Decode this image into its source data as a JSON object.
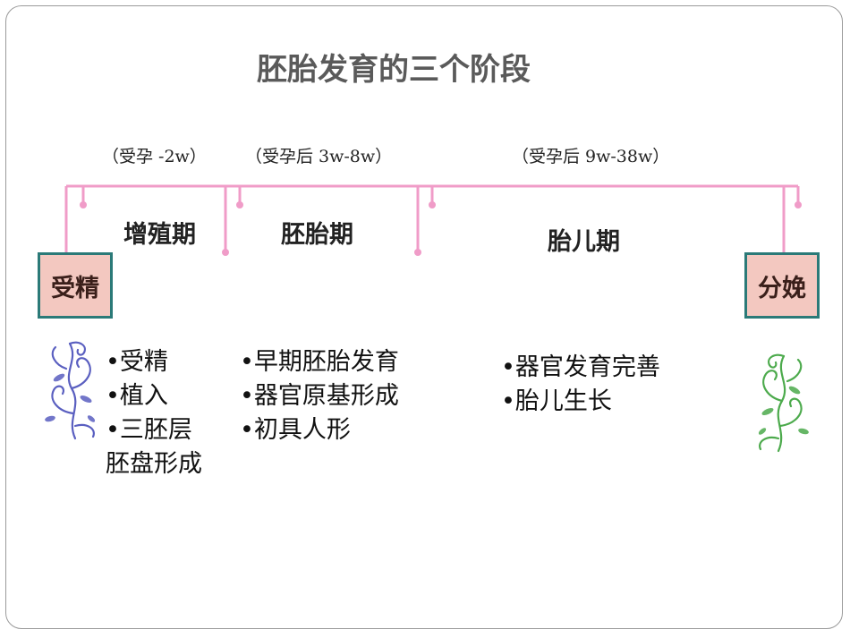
{
  "title": "胚胎发育的三个阶段",
  "periods": {
    "p1": "（受孕 -2w）",
    "p2": "（受孕后 3w-8w）",
    "p3": "（受孕后 9w-38w）"
  },
  "stages": {
    "s1": "增殖期",
    "s2": "胚胎期",
    "s3": "胎儿期"
  },
  "endpoints": {
    "start": "受精",
    "end": "分娩"
  },
  "bullets": {
    "stage1": [
      "•受精",
      "•植入",
      "•三胚层",
      "胚盘形成"
    ],
    "stage2": [
      "•早期胚胎发育",
      "•器官原基形成",
      "•初具人形"
    ],
    "stage3": [
      "•器官发育完善",
      "•胎儿生长"
    ]
  },
  "colors": {
    "timeline": "#f09cc8",
    "box_fill": "#f3c8c0",
    "box_border": "#2b7a78",
    "deco_left": "#5a5fc0",
    "deco_right": "#4caa4c"
  },
  "icons": {
    "left": "blue-flourish-icon",
    "right": "green-flourish-icon"
  }
}
